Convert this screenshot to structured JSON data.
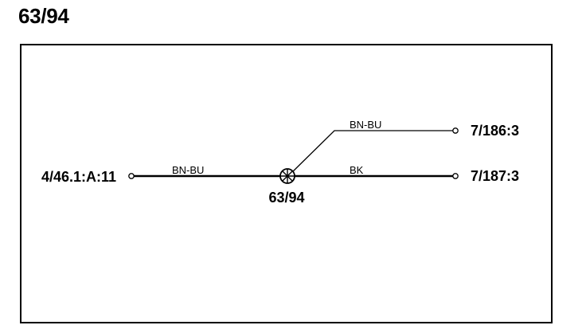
{
  "title": "63/94",
  "splice": {
    "label": "63/94"
  },
  "connectors": {
    "left": "4/46.1:A:11",
    "right_top": "7/186:3",
    "right_bottom": "7/187:3"
  },
  "wires": {
    "left_main": "BN-BU",
    "branch_top": "BN-BU",
    "right_main": "BK"
  }
}
